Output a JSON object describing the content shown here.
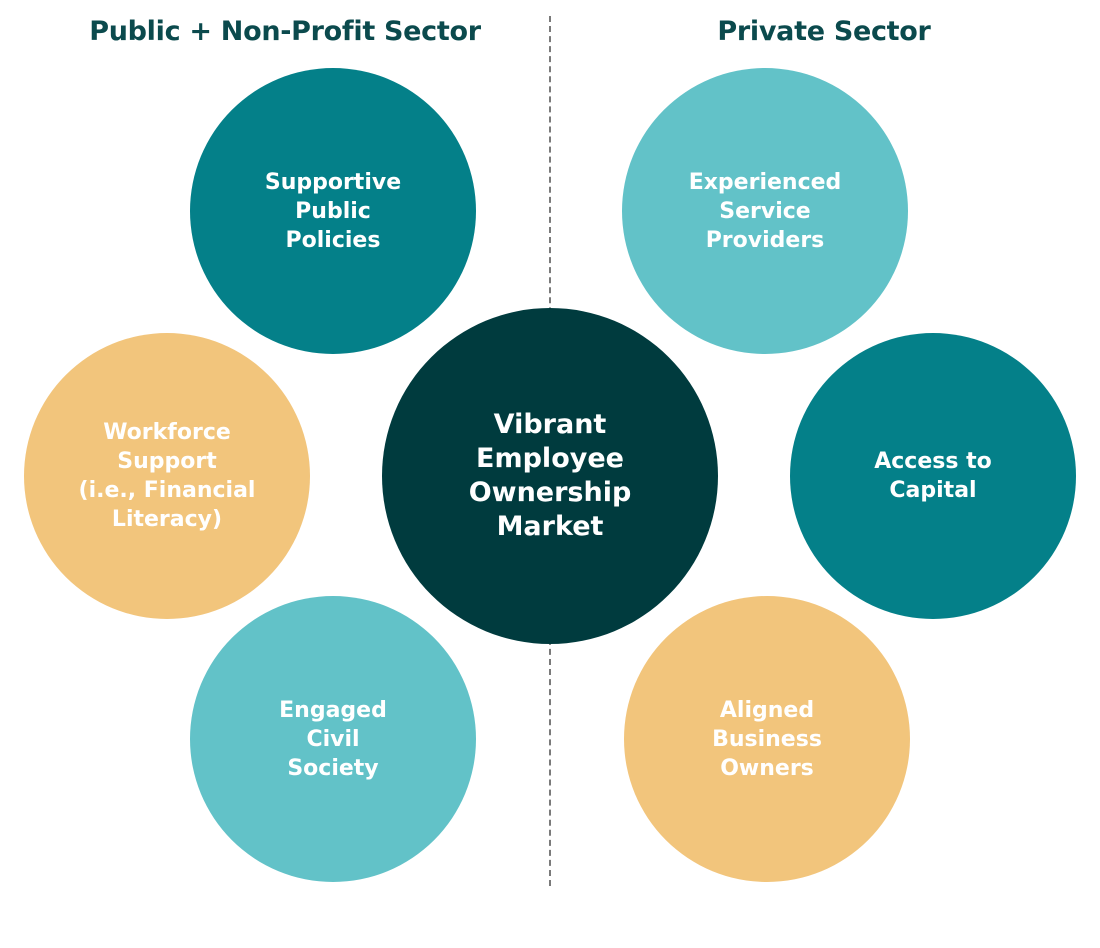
{
  "headers": {
    "left": "Public + Non-Profit Sector",
    "right": "Private Sector"
  },
  "colors": {
    "dark_teal": "#003b3e",
    "teal": "#048089",
    "light_teal": "#62c2c8",
    "gold": "#f2c57c",
    "header_text": "#0b4a4d",
    "divider": "#7a7a7a"
  },
  "center": {
    "label": "Vibrant\nEmployee\nOwnership\nMarket"
  },
  "public_sector": [
    {
      "label": "Supportive\nPublic\nPolicies"
    },
    {
      "label": "Workforce\nSupport\n(i.e., Financial\nLiteracy)"
    },
    {
      "label": "Engaged\nCivil\nSociety"
    }
  ],
  "private_sector": [
    {
      "label": "Experienced\nService\nProviders"
    },
    {
      "label": "Access to\nCapital"
    },
    {
      "label": "Aligned\nBusiness\nOwners"
    }
  ]
}
